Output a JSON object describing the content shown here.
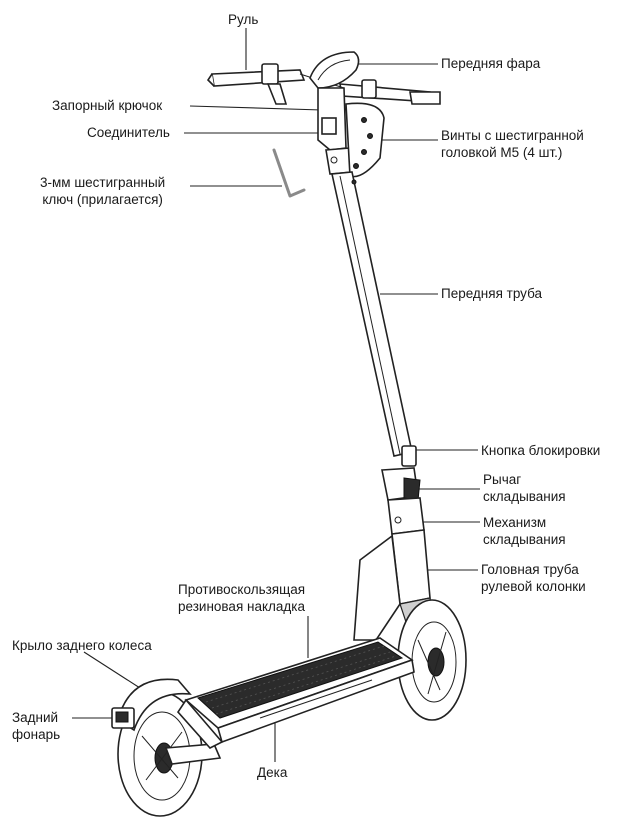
{
  "labels": {
    "handlebar": "Руль",
    "headlight": "Передняя фара",
    "lock_hook": "Запорный крючок",
    "connector": "Соединитель",
    "screws": [
      "Винты с шестигранной",
      "головкой M5 (4 шт.)"
    ],
    "hex_key": [
      "3-мм шестигранный",
      "ключ (прилагается)"
    ],
    "front_tube": "Передняя труба",
    "lock_button": "Кнопка блокировки",
    "fold_lever": [
      "Рычаг",
      "складывания"
    ],
    "fold_mechanism": [
      "Механизм",
      "складывания"
    ],
    "head_tube": [
      "Головная труба",
      "рулевой колонки"
    ],
    "antislip_pad": [
      "Противоскользящая",
      "резиновая накладка"
    ],
    "rear_fender": "Крыло заднего колеса",
    "rear_light": [
      "Задний",
      "фонарь"
    ],
    "deck": "Дека"
  }
}
